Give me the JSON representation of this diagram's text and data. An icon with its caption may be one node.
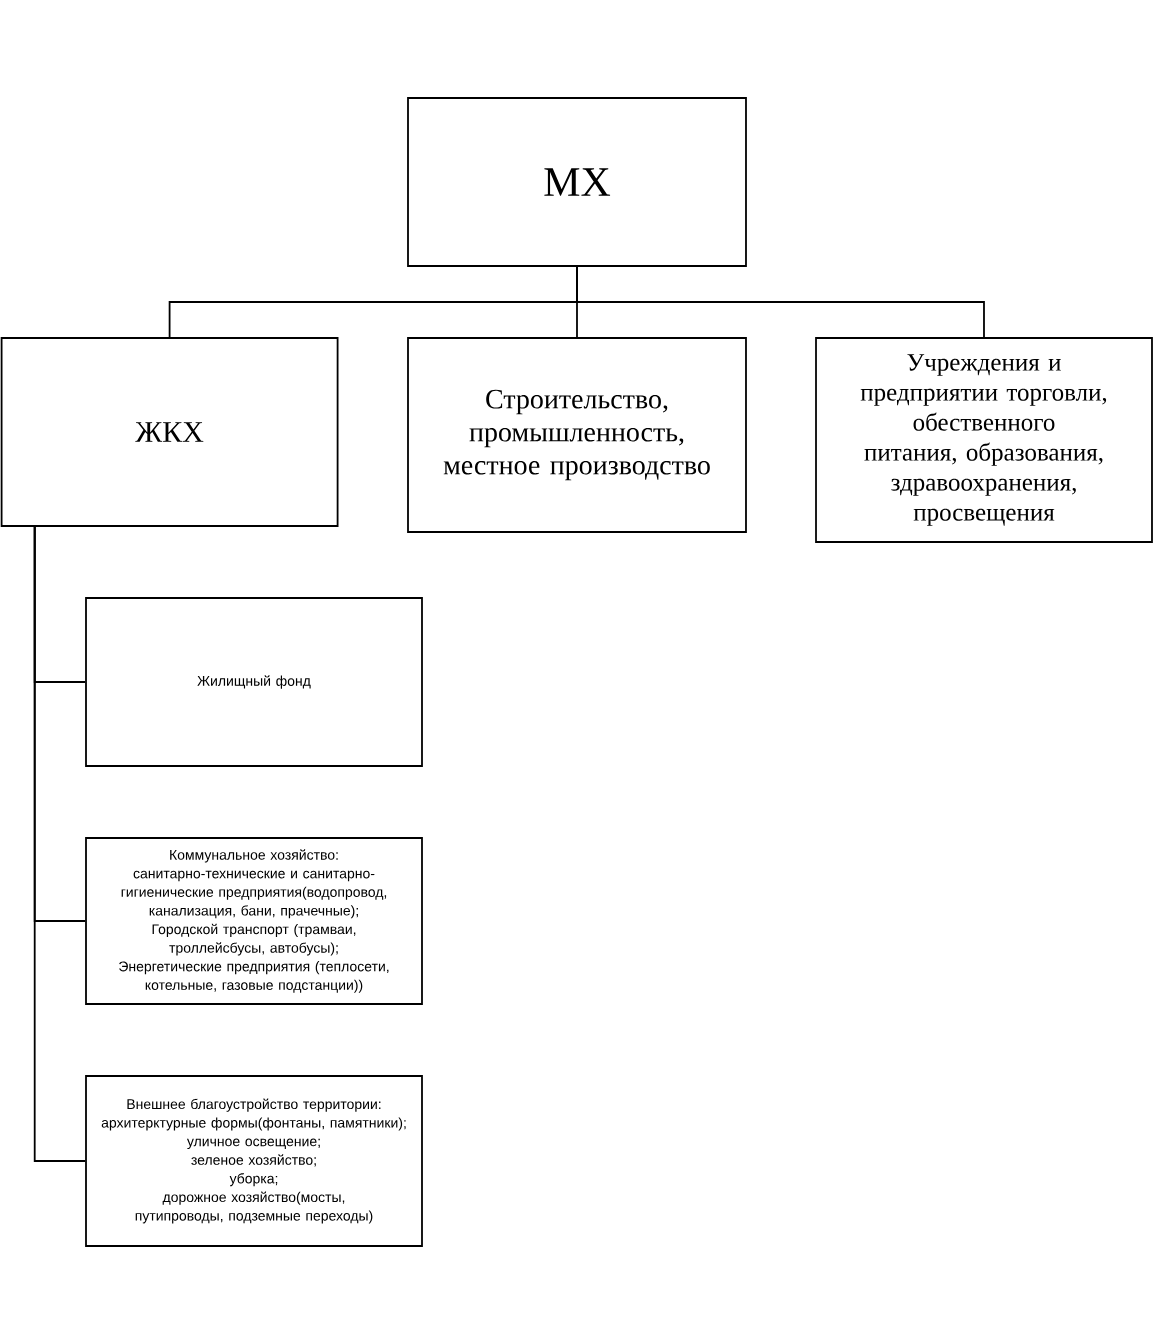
{
  "diagram": {
    "nodes": [
      {
        "text": [
          "МХ"
        ]
      },
      {
        "text": [
          "ЖКХ"
        ]
      },
      {
        "text": [
          "Строительство, промышленность, местное производство"
        ]
      },
      {
        "text": [
          "Учреждения и предприятии торговли, обественного питания, образования, здравоохранения, просвещения"
        ]
      },
      {
        "text": [
          "Жилищный фонд"
        ]
      },
      {
        "text": [
          "Коммунальное хозяйство:",
          "санитарно-технические и санитарно-гигиенические предприятия(водопровод, канализация, бани, прачечные);",
          "Городской транспорт (трамваи, троллейсбусы, автобусы);",
          "Энергетические предприятия (теплосети, котельные, газовые подстанции))"
        ]
      },
      {
        "text": [
          "Внешнее благоустройство территории:",
          "архитерктурные формы(фонтаны, памятники);",
          "уличное освещение;",
          "зеленое хозяйство;",
          "уборка;",
          "дорожное хозяйство(мосты, путипроводы, подземные переходы)"
        ]
      }
    ],
    "edges": [
      {
        "from": 0,
        "to": 1,
        "arrow": "none"
      },
      {
        "from": 0,
        "to": 2,
        "arrow": "none"
      },
      {
        "from": 0,
        "to": 3,
        "arrow": "none"
      },
      {
        "from": 1,
        "to": 4,
        "arrow": "none"
      },
      {
        "from": 1,
        "to": 5,
        "arrow": "none"
      },
      {
        "from": 1,
        "to": 6,
        "arrow": "none"
      }
    ]
  }
}
